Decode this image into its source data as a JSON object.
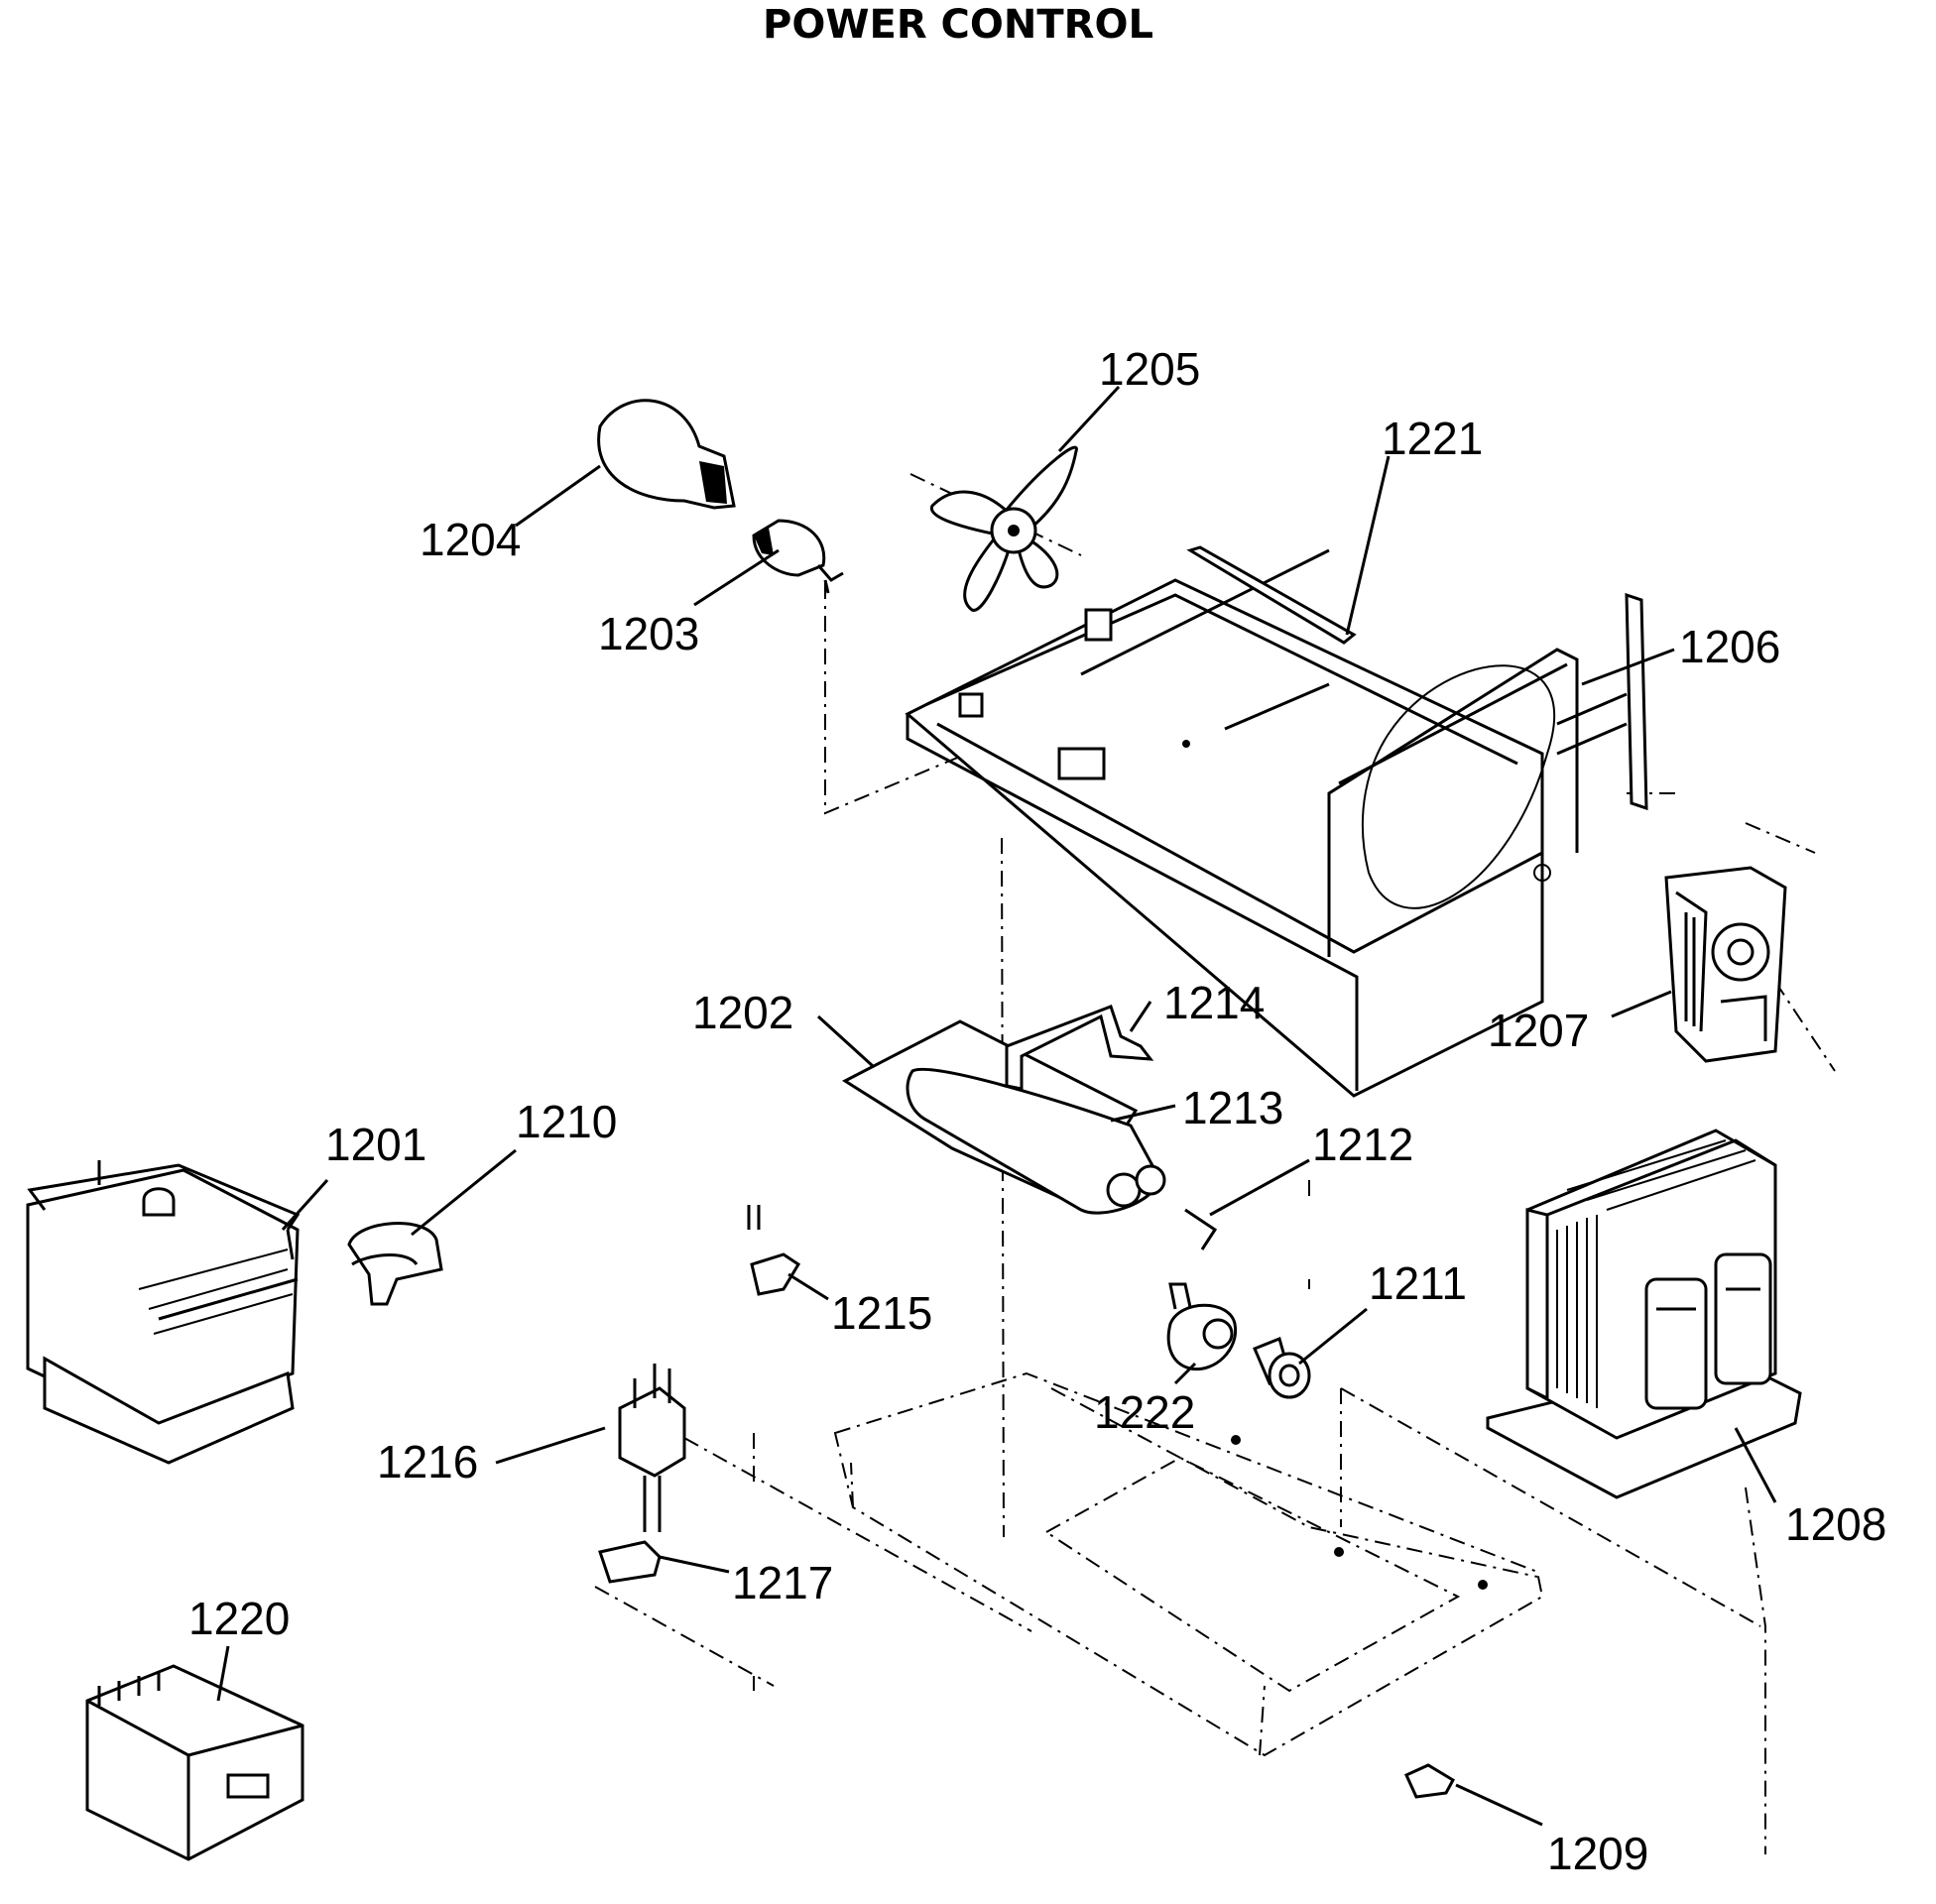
{
  "title": "POWER CONTROL",
  "callouts": {
    "p1201": "1201",
    "p1202": "1202",
    "p1203": "1203",
    "p1204": "1204",
    "p1205": "1205",
    "p1206": "1206",
    "p1207": "1207",
    "p1208": "1208",
    "p1209": "1209",
    "p1210": "1210",
    "p1211": "1211",
    "p1212": "1212",
    "p1213": "1213",
    "p1214": "1214",
    "p1215": "1215",
    "p1216": "1216",
    "p1217": "1217",
    "p1220": "1220",
    "p1221": "1221",
    "p1222": "1222"
  }
}
